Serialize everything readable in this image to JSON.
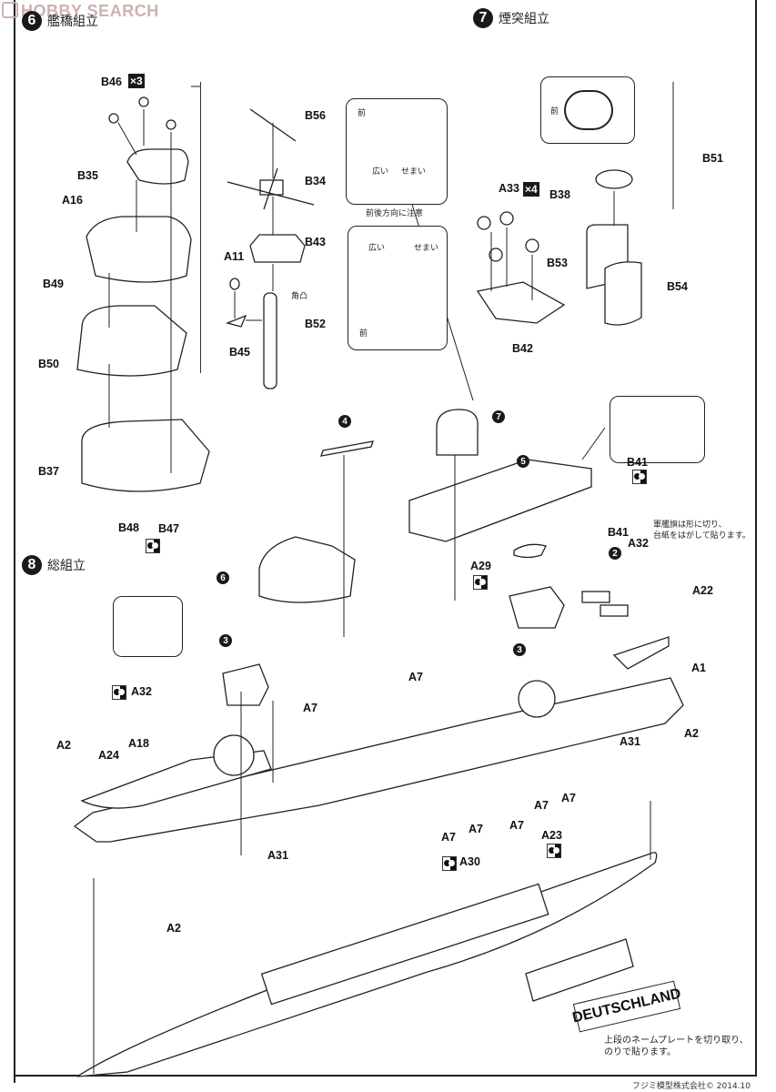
{
  "watermark": "HOBBY SEARCH",
  "steps": {
    "s6": {
      "num": "6",
      "title": "艦橋組立"
    },
    "s7": {
      "num": "7",
      "title": "煙突組立"
    },
    "s8": {
      "num": "8",
      "title": "総組立"
    }
  },
  "badges": {
    "b46_qty": "×3",
    "a33_qty": "×4"
  },
  "labels": {
    "B46": "B46",
    "B35": "B35",
    "A16": "A16",
    "B49": "B49",
    "B50": "B50",
    "B37": "B37",
    "B48": "B48",
    "B47": "B47",
    "B56": "B56",
    "B34": "B34",
    "B43": "B43",
    "A11": "A11",
    "B52": "B52",
    "B45": "B45",
    "B51": "B51",
    "B38": "B38",
    "A33": "A33",
    "B53": "B53",
    "B54": "B54",
    "B42": "B42",
    "B41_inset": "B41",
    "B41": "B41",
    "A29": "A29",
    "A32_right": "A32",
    "A22": "A22",
    "A1": "A1",
    "A2_right": "A2",
    "A31_right": "A31",
    "A32_left": "A32",
    "A2_left": "A2",
    "A24": "A24",
    "A18": "A18",
    "A31_left": "A31",
    "A2_bottom": "A2",
    "A7_1": "A7",
    "A7_2": "A7",
    "A7_3": "A7",
    "A7_4": "A7",
    "A7_5": "A7",
    "A7_6": "A7",
    "A7_7": "A7",
    "A23": "A23",
    "A30": "A30"
  },
  "refs": {
    "r4": "4",
    "r7": "7",
    "r5": "5",
    "r6": "6",
    "r3a": "3",
    "r3b": "3",
    "r2": "2"
  },
  "bridge_inset": {
    "front_top": "前",
    "wide_top": "広い",
    "narrow_top": "せまい",
    "caption": "前後方向に注意",
    "wide_bottom": "広い",
    "narrow_bottom": "せまい",
    "front_bottom": "前"
  },
  "funnel_inset": {
    "front": "前"
  },
  "mast_note": "角凸",
  "flag_note": "軍艦旗は形に切り、\n台紙をはがして貼ります。",
  "nameplate": {
    "text": "DEUTSCHLAND",
    "note": "上段のネームプレートを切り取り、\nのりで貼ります。"
  },
  "copyright": "フジミ模型株式会社© 2014.10"
}
